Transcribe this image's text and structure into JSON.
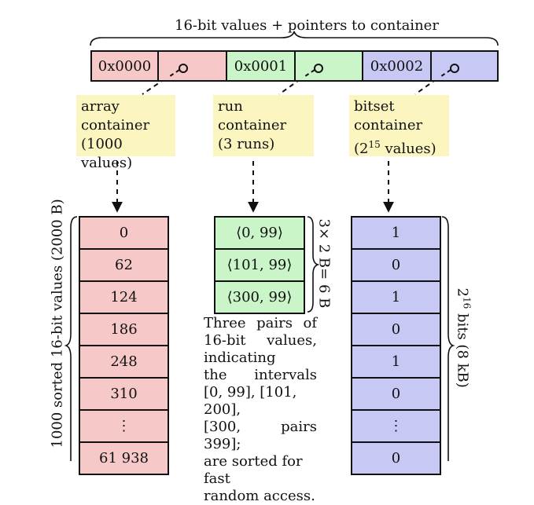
{
  "header": {
    "title": "16-bit values + pointers to container",
    "keys": [
      "0x0000",
      "0x0001",
      "0x0002"
    ]
  },
  "notes": {
    "array": [
      "array",
      "container",
      "(1000 values)"
    ],
    "run": [
      "run",
      "container",
      "(3 runs)"
    ],
    "bitset": [
      "bitset",
      "container",
      "(2",
      "15",
      " values)"
    ]
  },
  "array_container": {
    "values": [
      "0",
      "62",
      "124",
      "186",
      "248",
      "310",
      "⋮",
      "61 938"
    ],
    "side_label": "1000 sorted 16-bit values (2000 B)"
  },
  "run_container": {
    "runs": [
      "⟨0, 99⟩",
      "⟨101, 99⟩",
      "⟨300, 99⟩"
    ],
    "side_label": "3× 2 B= 6 B",
    "description": [
      [
        "Three",
        "pairs",
        "of"
      ],
      [
        "16-bit",
        "values,"
      ],
      [
        "indicating"
      ],
      [
        "the",
        "intervals"
      ],
      [
        "[0, 99], [101, 200],"
      ],
      [
        "[300, 399];",
        "pairs"
      ],
      [
        "are sorted for fast"
      ],
      [
        "random access."
      ]
    ]
  },
  "bitset_container": {
    "bits": [
      "1",
      "0",
      "1",
      "0",
      "1",
      "0",
      "⋮",
      "0"
    ],
    "side_label_base": "2",
    "side_label_exp": "16",
    "side_label_rest": " bits (8 kB)"
  },
  "colors": {
    "red": "#f7c8c8",
    "green": "#c9f5c9",
    "blue": "#c8c8f5",
    "note": "#fbf5c0"
  }
}
